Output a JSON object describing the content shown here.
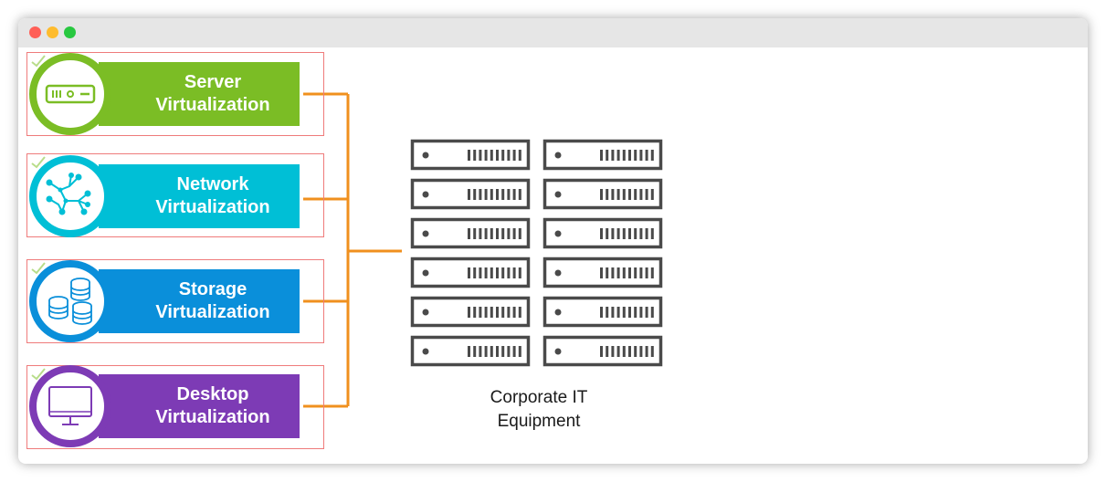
{
  "window": {
    "controls": [
      "close",
      "minimize",
      "maximize"
    ]
  },
  "items": [
    {
      "line1": "Server",
      "line2": "Virtualization",
      "color": "#7bbd25",
      "icon": "server-icon"
    },
    {
      "line1": "Network",
      "line2": "Virtualization",
      "color": "#00bfd6",
      "icon": "network-icon"
    },
    {
      "line1": "Storage",
      "line2": "Virtualization",
      "color": "#0a8fda",
      "icon": "storage-icon"
    },
    {
      "line1": "Desktop",
      "line2": "Virtualization",
      "color": "#7d3bb5",
      "icon": "desktop-icon"
    }
  ],
  "connector_color": "#f0901e",
  "equipment": {
    "line1": "Corporate IT",
    "line2": "Equipment",
    "rack_color": "#4a4a4a"
  }
}
